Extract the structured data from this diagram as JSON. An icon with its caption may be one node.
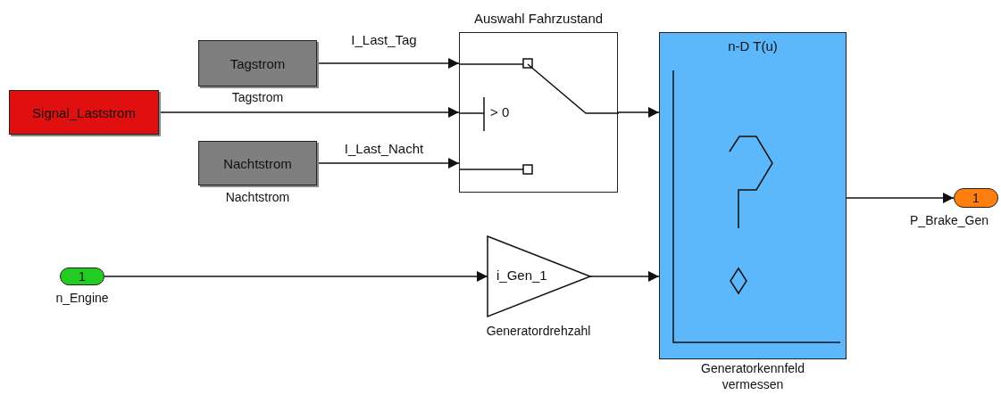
{
  "diagram": {
    "nodes": [
      {
        "text": [
          "Signal_Laststrom"
        ]
      },
      {
        "text": [
          "Tagstrom"
        ],
        "beside": [
          "Tagstrom"
        ]
      },
      {
        "text": [
          "Nachtstrom"
        ],
        "beside": [
          "Nachtstrom"
        ]
      },
      {
        "text": [
          "Auswahl Fahrzustand",
          "> 0"
        ]
      },
      {
        "text": [
          "1"
        ],
        "beside": [
          "n_Engine"
        ]
      },
      {
        "text": [
          "i_Gen_1"
        ],
        "beside": [
          "Generatordrehzahl"
        ]
      },
      {
        "text": [
          "n-D T(u)"
        ],
        "beside": [
          "Generatorkennfeld vermessen"
        ]
      },
      {
        "text": [
          "1"
        ],
        "beside": [
          "P_Brake_Gen"
        ]
      }
    ],
    "edges": [
      {
        "from": 1,
        "to": 3,
        "arrow": "to",
        "label": "I_Last_Tag"
      },
      {
        "from": 0,
        "to": 3,
        "arrow": "to"
      },
      {
        "from": 2,
        "to": 3,
        "arrow": "to",
        "label": "I_Last_Nacht"
      },
      {
        "from": 3,
        "to": 6,
        "arrow": "to"
      },
      {
        "from": 4,
        "to": 5,
        "arrow": "to"
      },
      {
        "from": 5,
        "to": 6,
        "arrow": "to"
      },
      {
        "from": 6,
        "to": 7,
        "arrow": "to"
      }
    ]
  }
}
